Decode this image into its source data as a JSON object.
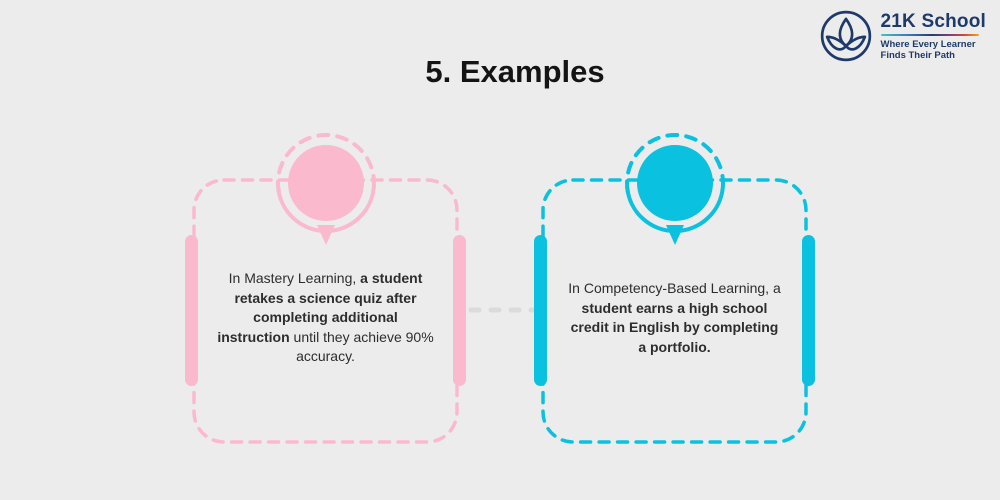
{
  "title": "5. Examples",
  "logo": {
    "name": "21K School",
    "tagline_line1": "Where Every Learner",
    "tagline_line2": "Finds Their Path"
  },
  "cards": [
    {
      "id": "mastery-learning",
      "segments": [
        {
          "text": "In Mastery Learning, ",
          "bold": false
        },
        {
          "text": "a student retakes a science quiz after completing additional instruction",
          "bold": true
        },
        {
          "text": " until they achieve 90% accuracy.",
          "bold": false
        }
      ]
    },
    {
      "id": "competency-based-learning",
      "segments": [
        {
          "text": "In Competency-Based Learning, a ",
          "bold": false
        },
        {
          "text": "student earns a high school credit in English by completing a portfolio.",
          "bold": true
        }
      ]
    }
  ],
  "colors": {
    "bg": "#ececec",
    "pink": "#fbb9ce",
    "cyan": "#0bc1e0",
    "navy": "#1e3a6b",
    "ink": "#2d2d2d",
    "connector": "#dbdbdb"
  }
}
